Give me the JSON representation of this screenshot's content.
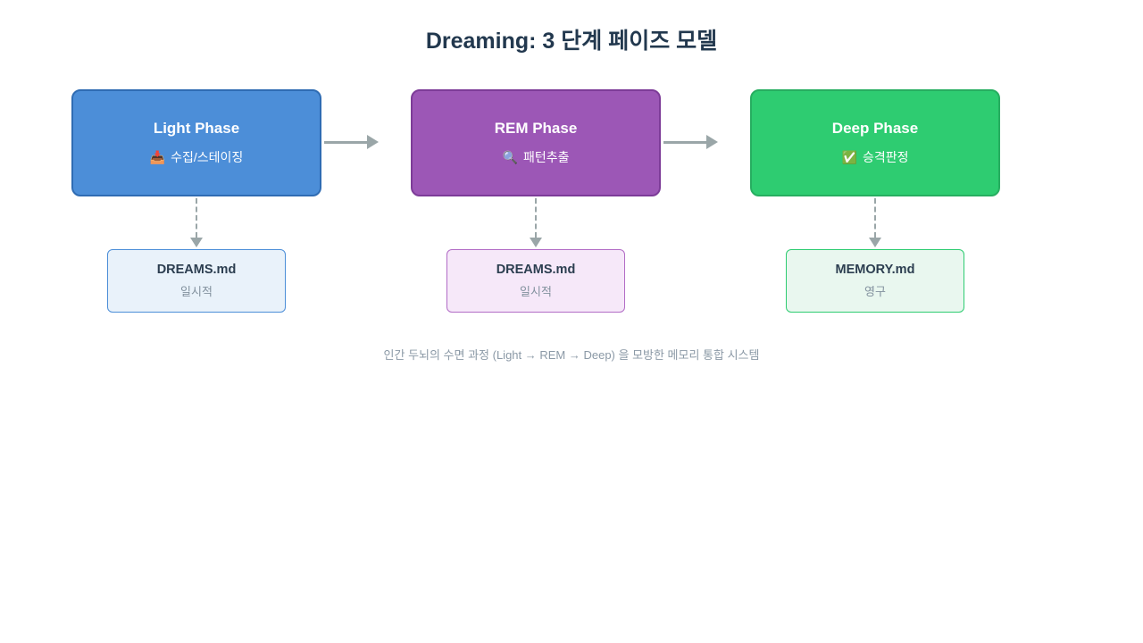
{
  "page": {
    "title": "Dreaming: 3 단계 페이즈 모델",
    "caption": "인간 두뇌의 수면 과정 (Light → REM → Deep) 을 모방한 메모리 통합 시스템"
  },
  "arrow_color": "#9aa6a8",
  "phases": [
    {
      "title": "Light Phase",
      "icon": "📥",
      "icon_name": "inbox-tray-icon",
      "subtitle": "수집/스테이징",
      "fill": "#4c8ed8",
      "border": "#2f6cb3",
      "output": {
        "file": "DREAMS.md",
        "persistence": "일시적",
        "fill": "#e9f2fa",
        "border": "#4c8ed8"
      }
    },
    {
      "title": "REM Phase",
      "icon": "🔍",
      "icon_name": "magnifying-glass-icon",
      "subtitle": "패턴추출",
      "fill": "#9c57b6",
      "border": "#7d3c98",
      "output": {
        "file": "DREAMS.md",
        "persistence": "일시적",
        "fill": "#f6e8f9",
        "border": "#b26cc6"
      }
    },
    {
      "title": "Deep Phase",
      "icon": "✅",
      "icon_name": "check-mark-icon",
      "subtitle": "승격판정",
      "fill": "#2ecc71",
      "border": "#27ae60",
      "output": {
        "file": "MEMORY.md",
        "persistence": "영구",
        "fill": "#e9f7ef",
        "border": "#2ecc71"
      }
    }
  ]
}
